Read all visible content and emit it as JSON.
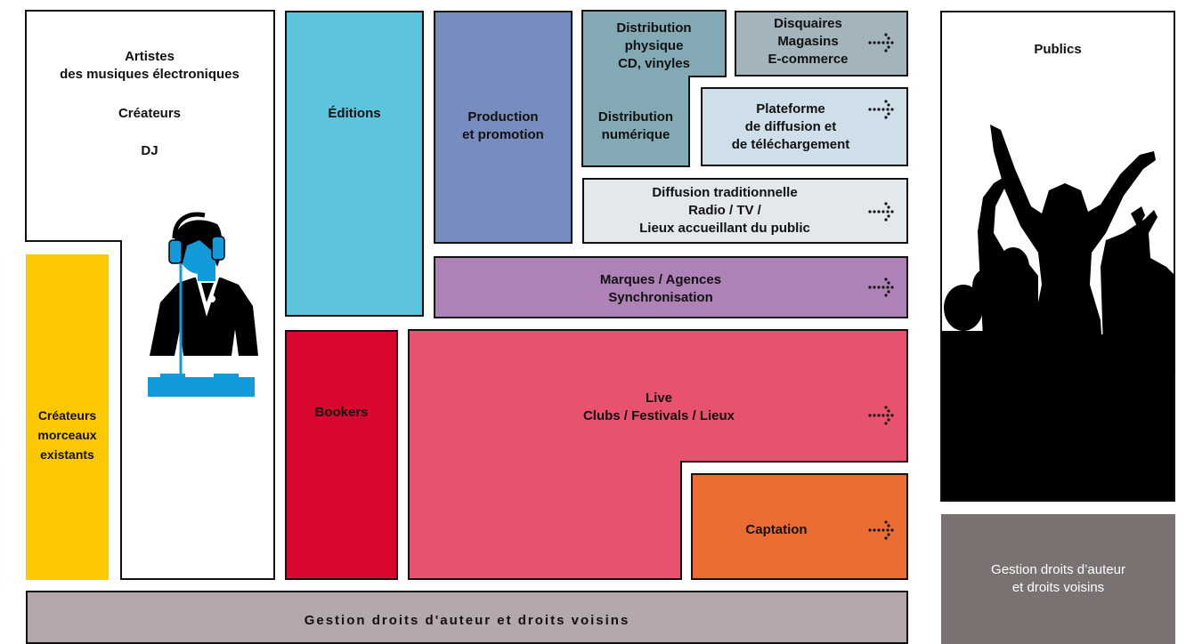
{
  "colors": {
    "border": "#111111",
    "artistes": "#ffffff",
    "createurs_morceaux": "#fdc800",
    "editions": "#5ec3dc",
    "production": "#778cbf",
    "distribution": "#83aab4",
    "disquaires": "#a3b4bc",
    "plateforme": "#cfdfe9",
    "diffusion": "#e3e8ec",
    "marques": "#ae82b7",
    "bookers": "#d9062f",
    "live": "#e9526e",
    "captation": "#ec6d33",
    "gestion_bottom": "#b5a8aa",
    "gestion_right": "#7a7171",
    "publics": "#ffffff",
    "dj_accent": "#129bdb"
  },
  "artistes": {
    "line1": "Artistes",
    "line2": "des musiques électroniques",
    "line3": "Créateurs",
    "line4": "DJ"
  },
  "createurs_morceaux": {
    "line1": "Créateurs",
    "line2": "morceaux",
    "line3": "existants"
  },
  "editions": {
    "label": "Éditions"
  },
  "production": {
    "line1": "Production",
    "line2": "et promotion"
  },
  "distribution_physique": {
    "line1": "Distribution",
    "line2": "physique",
    "line3": "CD, vinyles"
  },
  "distribution_numerique": {
    "line1": "Distribution",
    "line2": "numérique"
  },
  "disquaires": {
    "line1": "Disquaires",
    "line2": "Magasins",
    "line3": "E-commerce"
  },
  "plateforme": {
    "line1": "Plateforme",
    "line2": "de diffusion et",
    "line3": "de téléchargement"
  },
  "diffusion": {
    "line1": "Diffusion traditionnelle",
    "line2": "Radio / TV /",
    "line3": "Lieux accueillant du public"
  },
  "marques": {
    "line1": "Marques / Agences",
    "line2": "Synchronisation"
  },
  "bookers": {
    "label": "Bookers"
  },
  "live": {
    "line1": "Live",
    "line2": "Clubs / Festivals / Lieux"
  },
  "captation": {
    "label": "Captation"
  },
  "gestion_bottom": {
    "label": "Gestion droits d'auteur et droits voisins"
  },
  "publics": {
    "label": "Publics"
  },
  "gestion_right": {
    "line1": "Gestion droits d’auteur",
    "line2": "et droits voisins"
  },
  "icons": {
    "arrow": "dotted-arrow-icon",
    "dj": "dj-icon",
    "crowd": "crowd-silhouette-icon"
  }
}
